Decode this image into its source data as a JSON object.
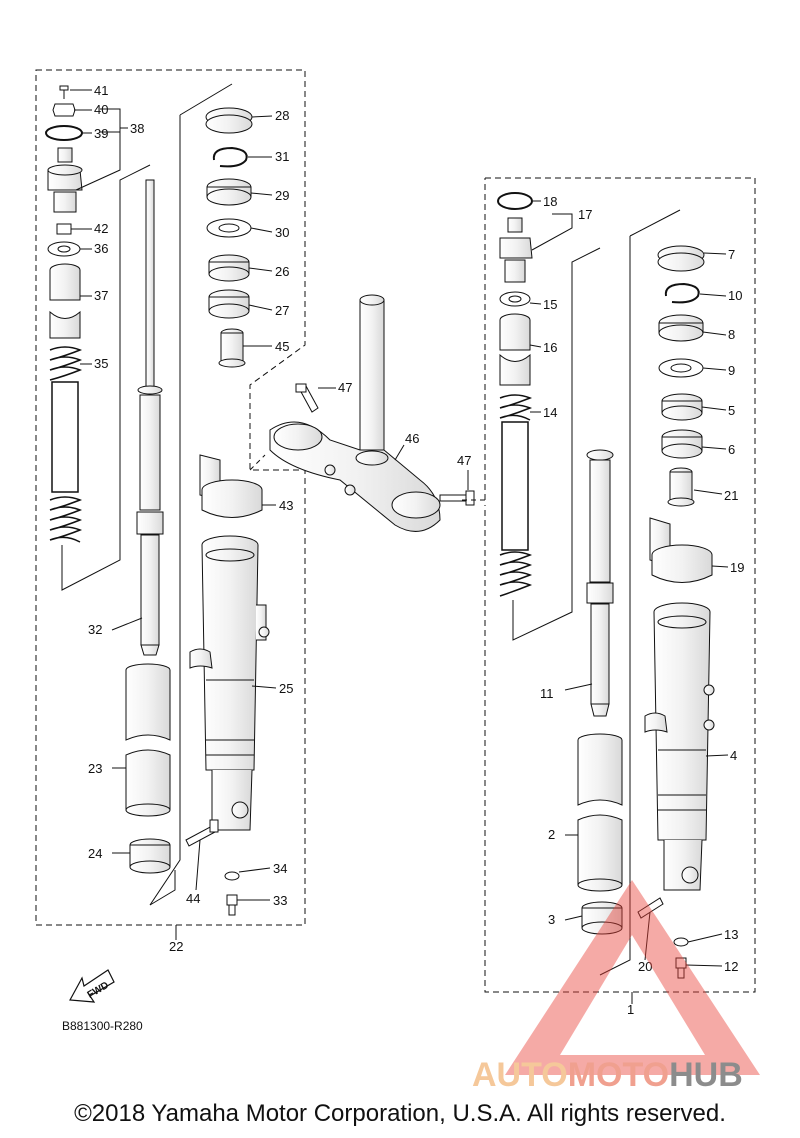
{
  "diagram": {
    "left_assembly": {
      "callouts": [
        {
          "id": "c41",
          "label": "41"
        },
        {
          "id": "c40",
          "label": "40"
        },
        {
          "id": "c39",
          "label": "39"
        },
        {
          "id": "c38",
          "label": "38"
        },
        {
          "id": "c42",
          "label": "42"
        },
        {
          "id": "c36",
          "label": "36"
        },
        {
          "id": "c37",
          "label": "37"
        },
        {
          "id": "c35",
          "label": "35"
        },
        {
          "id": "c32",
          "label": "32"
        },
        {
          "id": "c23",
          "label": "23"
        },
        {
          "id": "c24",
          "label": "24"
        },
        {
          "id": "c44",
          "label": "44"
        },
        {
          "id": "c22",
          "label": "22"
        },
        {
          "id": "c28",
          "label": "28"
        },
        {
          "id": "c31",
          "label": "31"
        },
        {
          "id": "c29",
          "label": "29"
        },
        {
          "id": "c30",
          "label": "30"
        },
        {
          "id": "c26",
          "label": "26"
        },
        {
          "id": "c27",
          "label": "27"
        },
        {
          "id": "c45",
          "label": "45"
        },
        {
          "id": "c43",
          "label": "43"
        },
        {
          "id": "c25",
          "label": "25"
        },
        {
          "id": "c34",
          "label": "34"
        },
        {
          "id": "c33",
          "label": "33"
        }
      ]
    },
    "center_assembly": {
      "callouts": [
        {
          "id": "c47a",
          "label": "47"
        },
        {
          "id": "c46",
          "label": "46"
        },
        {
          "id": "c47b",
          "label": "47"
        }
      ]
    },
    "right_assembly": {
      "callouts": [
        {
          "id": "c18",
          "label": "18"
        },
        {
          "id": "c17",
          "label": "17"
        },
        {
          "id": "c15",
          "label": "15"
        },
        {
          "id": "c16",
          "label": "16"
        },
        {
          "id": "c14",
          "label": "14"
        },
        {
          "id": "c11",
          "label": "11"
        },
        {
          "id": "c2",
          "label": "2"
        },
        {
          "id": "c3",
          "label": "3"
        },
        {
          "id": "c20",
          "label": "20"
        },
        {
          "id": "c1",
          "label": "1"
        },
        {
          "id": "c7",
          "label": "7"
        },
        {
          "id": "c10",
          "label": "10"
        },
        {
          "id": "c8",
          "label": "8"
        },
        {
          "id": "c9",
          "label": "9"
        },
        {
          "id": "c5",
          "label": "5"
        },
        {
          "id": "c6",
          "label": "6"
        },
        {
          "id": "c21",
          "label": "21"
        },
        {
          "id": "c19",
          "label": "19"
        },
        {
          "id": "c4",
          "label": "4"
        },
        {
          "id": "c13",
          "label": "13"
        },
        {
          "id": "c12",
          "label": "12"
        }
      ]
    },
    "fwd_arrow_label": "FWD",
    "part_code": "B881300-R280",
    "copyright": "©2018 Yamaha Motor Corporation, U.S.A. All rights reserved.",
    "watermark": {
      "text_auto": "AUTO",
      "text_moto": "MOTO",
      "text_hub": "HUB",
      "color_auto": "#f5c89a",
      "color_moto": "#f0a08f",
      "color_hub": "#8c8c8c",
      "triangle_color": "#e8423a"
    }
  }
}
